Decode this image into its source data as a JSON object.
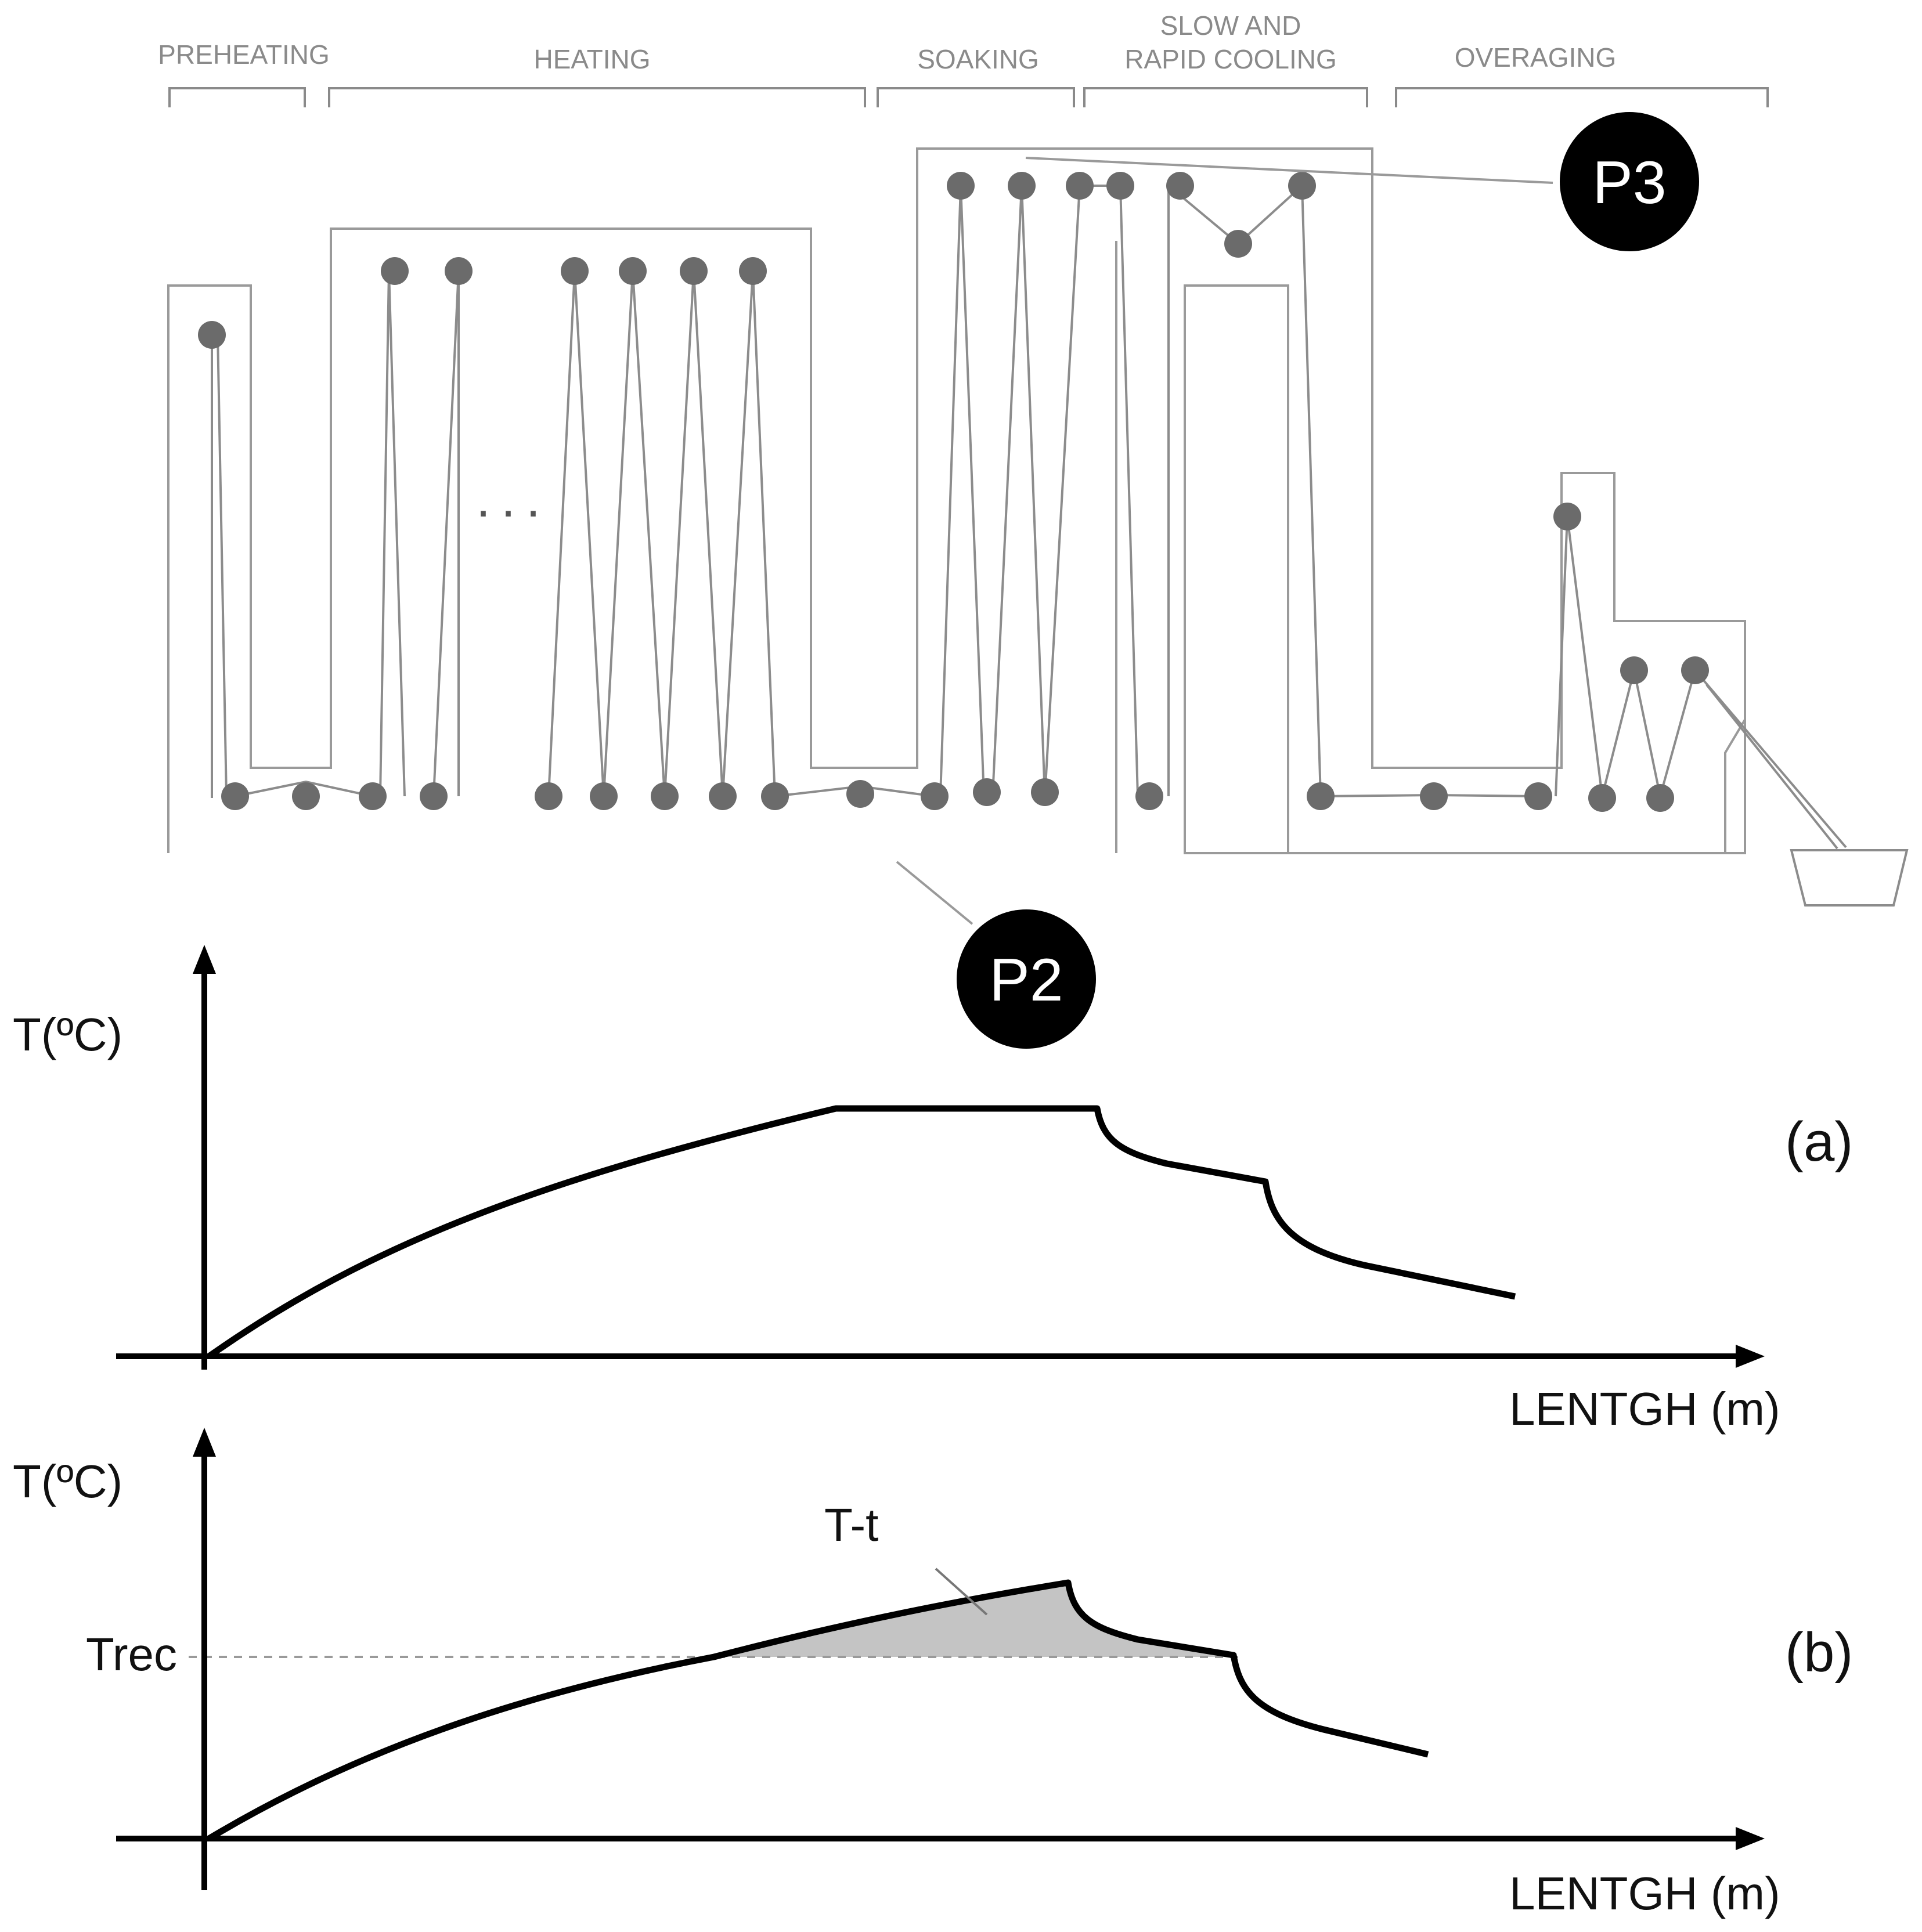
{
  "sections": [
    {
      "label_lines": [
        "PREHEATING"
      ]
    },
    {
      "label_lines": [
        "HEATING"
      ]
    },
    {
      "label_lines": [
        "SOAKING"
      ]
    },
    {
      "label_lines": [
        "SLOW AND",
        "RAPID COOLING"
      ]
    },
    {
      "label_lines": [
        "OVERAGING"
      ]
    }
  ],
  "ellipsis": "...",
  "callouts": {
    "p3": "P3",
    "p2": "P2"
  },
  "chart_a": {
    "panel_label": "(a)",
    "y_label": "T(ºC)",
    "x_label": "LENTGH (m)"
  },
  "chart_b": {
    "panel_label": "(b)",
    "y_label": "T(ºC)",
    "x_label": "LENTGH (m)",
    "threshold_label": "Trec",
    "area_label": "T-t"
  },
  "colors": {
    "furnace_outline": "#9a9a9a",
    "roll": "#6b6b6b",
    "curve": "#000000",
    "shaded_area": "#c4c4c4",
    "threshold_line": "#9a9a9a",
    "badge": "#000000"
  }
}
